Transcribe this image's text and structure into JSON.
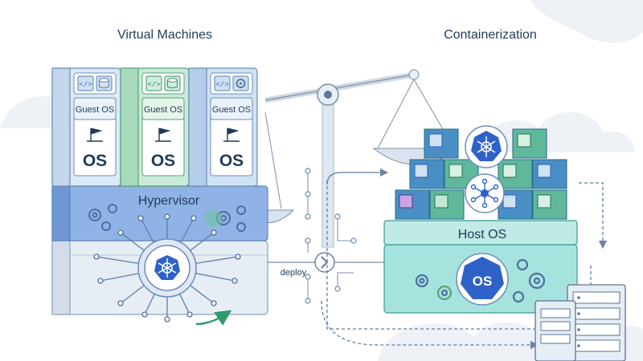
{
  "titles": {
    "left": "Virtual Machines",
    "right": "Containerization"
  },
  "vm_stack": {
    "guest_os_label": "Guest OS",
    "os_label": "OS",
    "hypervisor_label": "Hypervisor",
    "vms": [
      {
        "color": "#dbeaf6",
        "top_icons": [
          "code-icon",
          "database-icon"
        ]
      },
      {
        "color": "#c9ead7",
        "top_icons": [
          "code-icon",
          "database-icon"
        ]
      },
      {
        "color": "#cfe3f5",
        "top_icons": [
          "code-icon",
          "gear-icon"
        ]
      }
    ]
  },
  "connector": {
    "label": "deploy"
  },
  "container_stack": {
    "host_os_label": "Host OS",
    "os_badge_label": "OS"
  },
  "colors": {
    "navy": "#1f3b5a",
    "kube_blue": "#2f62c8",
    "teal": "#5fc6c0",
    "hypervisor_blue": "#6f9bd8",
    "cloud": "#eef2f7"
  }
}
